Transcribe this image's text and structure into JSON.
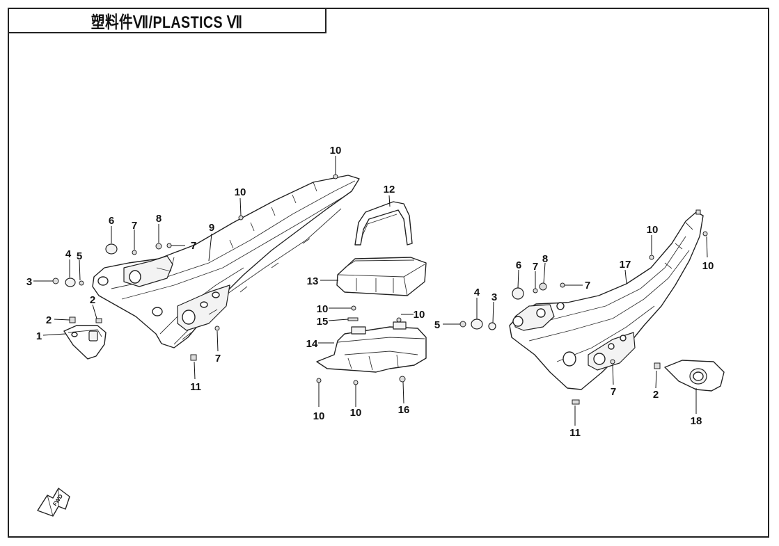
{
  "title": "塑料件Ⅶ/PLASTICS Ⅶ",
  "fwd_icon_label": "FWD",
  "callouts": [
    {
      "id": "c1",
      "label": "1"
    },
    {
      "id": "c2a",
      "label": "2"
    },
    {
      "id": "c2b",
      "label": "2"
    },
    {
      "id": "c3a",
      "label": "3"
    },
    {
      "id": "c4a",
      "label": "4"
    },
    {
      "id": "c5a",
      "label": "5"
    },
    {
      "id": "c6a",
      "label": "6"
    },
    {
      "id": "c7a",
      "label": "7"
    },
    {
      "id": "c8a",
      "label": "8"
    },
    {
      "id": "c7b",
      "label": "7"
    },
    {
      "id": "c9",
      "label": "9"
    },
    {
      "id": "c10a",
      "label": "10"
    },
    {
      "id": "c10b",
      "label": "10"
    },
    {
      "id": "c7c",
      "label": "7"
    },
    {
      "id": "c11a",
      "label": "11"
    },
    {
      "id": "c12",
      "label": "12"
    },
    {
      "id": "c13",
      "label": "13"
    },
    {
      "id": "c10c",
      "label": "10"
    },
    {
      "id": "c15",
      "label": "15"
    },
    {
      "id": "c10d",
      "label": "10"
    },
    {
      "id": "c14",
      "label": "14"
    },
    {
      "id": "c10e",
      "label": "10"
    },
    {
      "id": "c10f",
      "label": "10"
    },
    {
      "id": "c16",
      "label": "16"
    },
    {
      "id": "c5b",
      "label": "5"
    },
    {
      "id": "c4b",
      "label": "4"
    },
    {
      "id": "c3b",
      "label": "3"
    },
    {
      "id": "c6b",
      "label": "6"
    },
    {
      "id": "c7d",
      "label": "7"
    },
    {
      "id": "c8b",
      "label": "8"
    },
    {
      "id": "c7e",
      "label": "7"
    },
    {
      "id": "c10g",
      "label": "10"
    },
    {
      "id": "c17",
      "label": "17"
    },
    {
      "id": "c10h",
      "label": "10"
    },
    {
      "id": "c7f",
      "label": "7"
    },
    {
      "id": "c2c",
      "label": "2"
    },
    {
      "id": "c18",
      "label": "18"
    },
    {
      "id": "c11b",
      "label": "11"
    }
  ]
}
